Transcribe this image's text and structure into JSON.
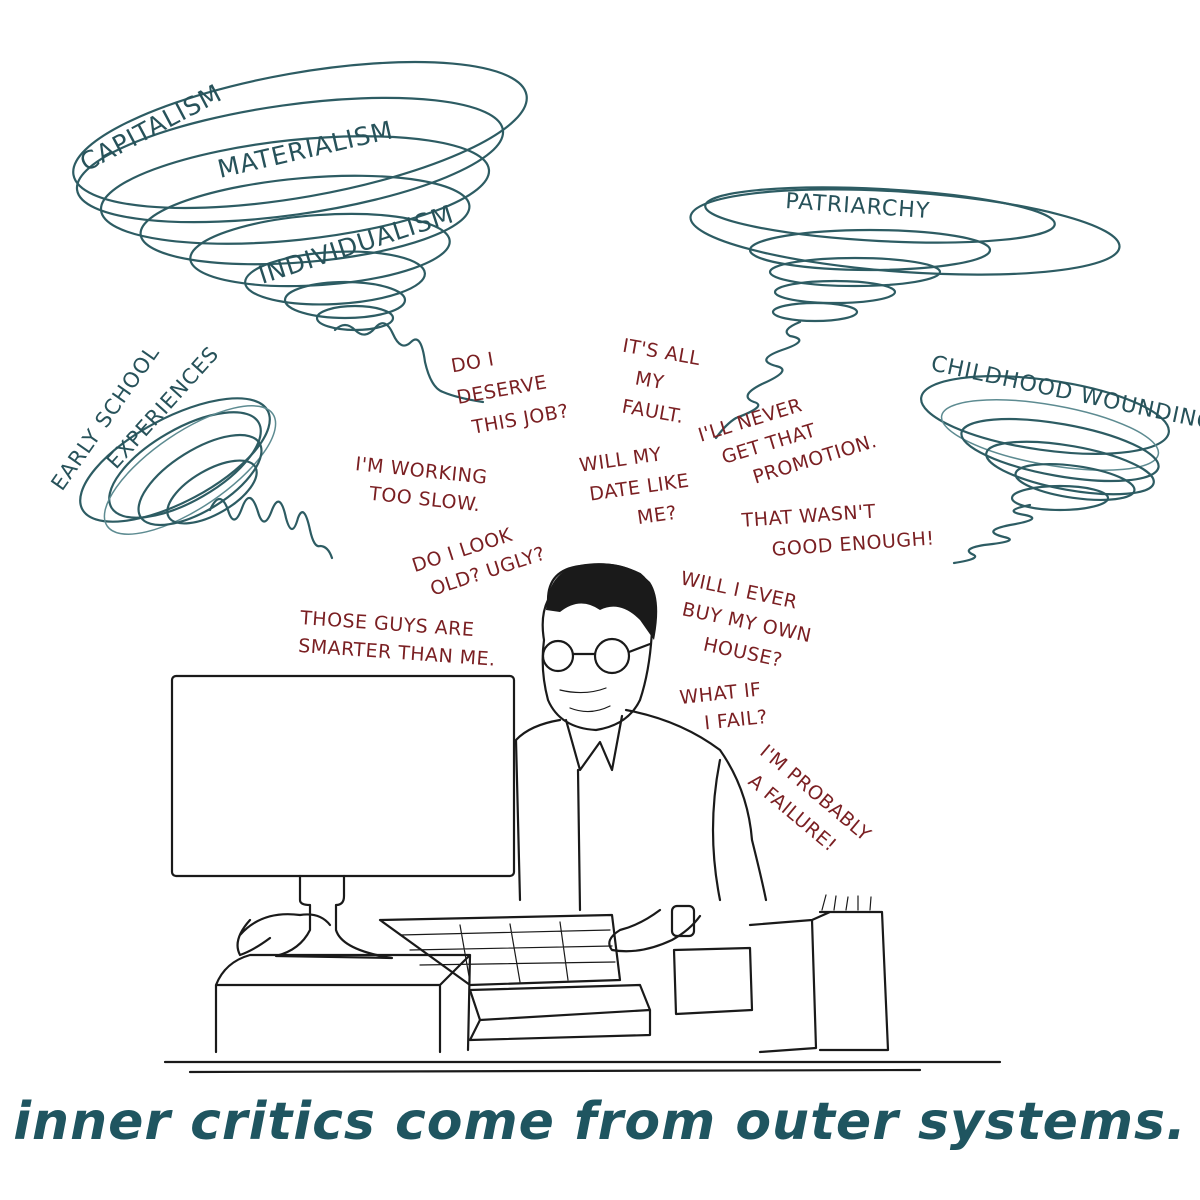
{
  "systems": {
    "capitalism": "CAPITALISM",
    "materialism": "MATERIALISM",
    "individualism": "INDIVIDUALISM",
    "patriarchy": "PATRIARCHY",
    "early_school_line1": "EARLY SCHOOL",
    "early_school_line2": "EXPERIENCES",
    "childhood_wounding": "CHILDHOOD WOUNDING"
  },
  "thoughts": {
    "deserve": [
      "DO I",
      "DESERVE",
      "THIS JOB?"
    ],
    "fault": [
      "IT'S ALL",
      "MY",
      "FAULT."
    ],
    "promotion": [
      "I'LL NEVER",
      "GET THAT",
      "PROMOTION."
    ],
    "working_slow": [
      "I'M WORKING",
      "TOO SLOW."
    ],
    "date": [
      "WILL MY",
      "DATE LIKE",
      "ME?"
    ],
    "not_good_enough": [
      "THAT WASN'T",
      "GOOD ENOUGH!"
    ],
    "look_old": [
      "DO I LOOK",
      "OLD? UGLY?"
    ],
    "smarter": [
      "THOSE GUYS ARE",
      "SMARTER THAN ME."
    ],
    "house": [
      "WILL I EVER",
      "BUY MY OWN",
      "HOUSE?"
    ],
    "fail": [
      "WHAT IF",
      "I FAIL?"
    ],
    "failure": [
      "I'M PROBABLY",
      "A FAILURE!"
    ]
  },
  "caption": "inner critics come from outer systems.",
  "colors": {
    "system_ink": "#27525a",
    "thought_ink": "#7a1f22",
    "line_ink": "#1a1a1a"
  }
}
